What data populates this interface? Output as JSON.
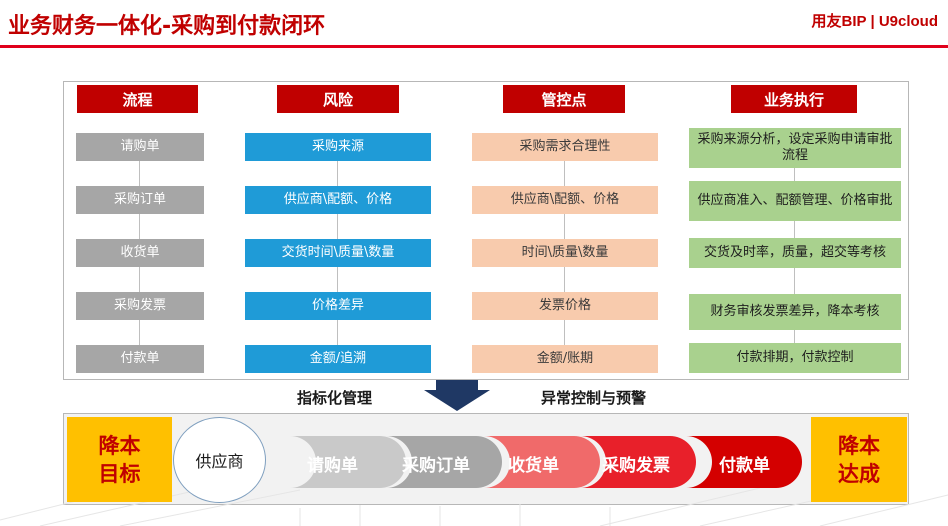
{
  "title": "业务财务一体化-采购到付款闭环",
  "logo": "用友BIP | U9cloud",
  "columns": [
    {
      "header": "流程",
      "items": [
        "请购单",
        "采购订单",
        "收货单",
        "采购发票",
        "付款单"
      ]
    },
    {
      "header": "风险",
      "items": [
        "采购来源",
        "供应商\\配额、价格",
        "交货时间\\质量\\数量",
        "价格差异",
        "金额/追溯"
      ]
    },
    {
      "header": "管控点",
      "items": [
        "采购需求合理性",
        "供应商\\配额、价格",
        "时间\\质量\\数量",
        "发票价格",
        "金额/账期"
      ]
    },
    {
      "header": "业务执行",
      "items": [
        "采购来源分析，设定采购申请审批流程",
        "供应商准入、配额管理、价格审批",
        "交货及时率，质量，超交等考核",
        "财务审核发票差异，降本考核",
        "付款排期，付款控制"
      ]
    }
  ],
  "middle": {
    "left_label": "指标化管理",
    "right_label": "异常控制与预警"
  },
  "bottom": {
    "goal_left": [
      "降本",
      "目标"
    ],
    "supplier": "供应商",
    "steps": [
      "请购单",
      "采购订单",
      "收货单",
      "采购发票",
      "付款单"
    ],
    "goal_right": [
      "降本",
      "达成"
    ]
  },
  "colors": {
    "brand_red": "#c00000",
    "process_gray": "#a6a6a6",
    "risk_blue": "#1f9bd7",
    "control_peach": "#f8cbad",
    "execution_green": "#a9d18e",
    "goal_yellow": "#ffc000",
    "arrow_navy": "#1f3864",
    "step_colors": [
      "#bfbfbf",
      "#a6a6a6",
      "#ee5050",
      "#e8202a",
      "#d40000"
    ]
  }
}
